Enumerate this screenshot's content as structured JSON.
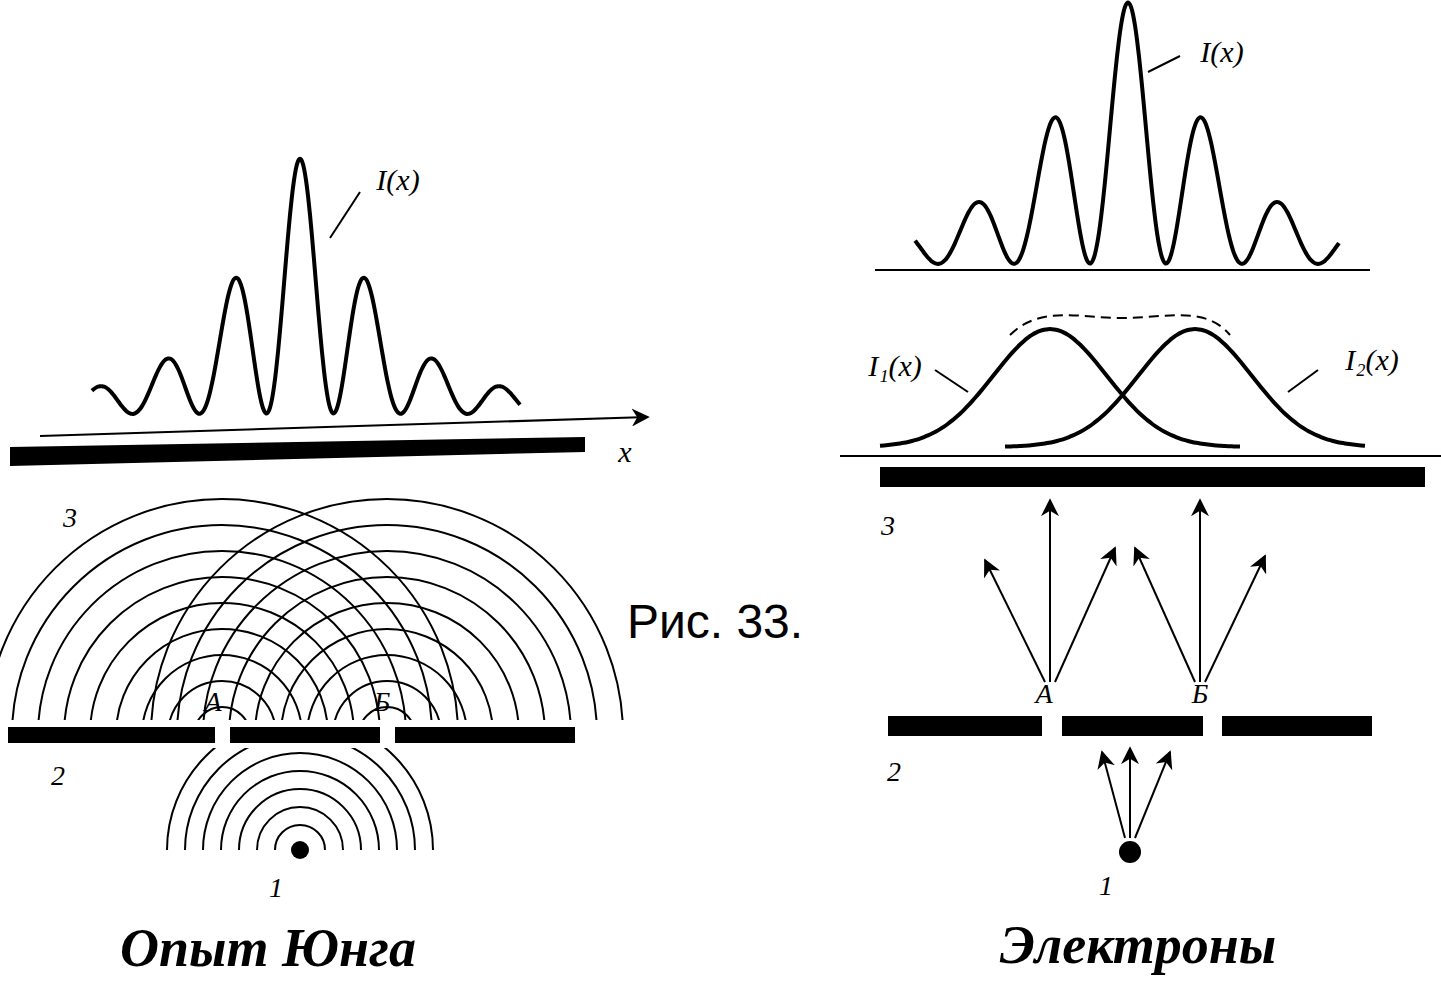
{
  "diagram": {
    "caption": "Рис. 33.",
    "labels": [
      "I(x)",
      "x",
      "3",
      "А",
      "Б",
      "2",
      "1",
      "Опыт Юнга",
      "I(x)",
      "I₁(x)",
      "I₂(x)",
      "3",
      "А",
      "Б",
      "2",
      "1",
      "Электроны"
    ]
  }
}
